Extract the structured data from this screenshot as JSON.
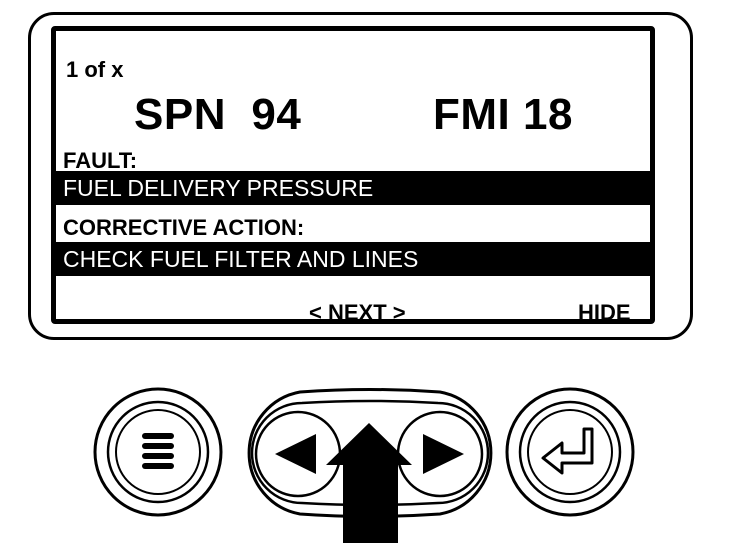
{
  "screen": {
    "counter": "1 of x",
    "spn": "SPN  94",
    "fmi": "FMI 18",
    "fault_label": "FAULT:",
    "fault_value": "FUEL DELIVERY PRESSURE",
    "action_label": "CORRECTIVE ACTION:",
    "action_value": "CHECK FUEL FILTER AND LINES"
  },
  "softkeys": {
    "next": "< NEXT >",
    "hide": "HIDE"
  },
  "buttons": {
    "menu_icon": "menu-icon",
    "left_icon": "left-arrow-icon",
    "right_icon": "right-arrow-icon",
    "enter_icon": "enter-icon",
    "pointer_icon": "up-arrow-pointer-icon"
  },
  "colors": {
    "ink": "#000000",
    "background": "#ffffff"
  }
}
